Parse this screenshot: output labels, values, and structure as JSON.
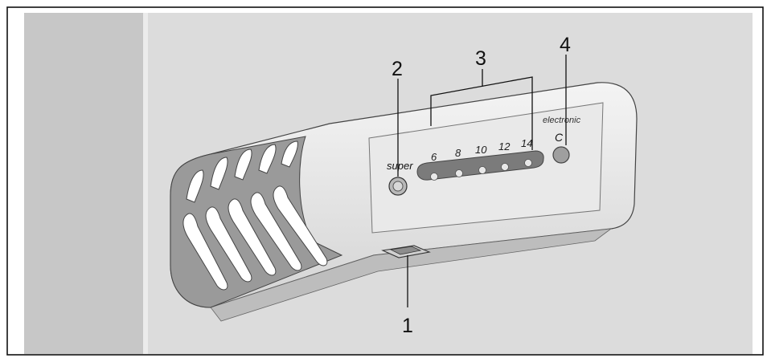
{
  "callouts": {
    "main_switch": "1",
    "super_button": "2",
    "temperature_scale": "3",
    "c_button": "4"
  },
  "panel": {
    "super_label": "super",
    "brand_text": "electronic",
    "c_label": "C",
    "scale_values": [
      "6",
      "8",
      "10",
      "12",
      "14"
    ]
  }
}
